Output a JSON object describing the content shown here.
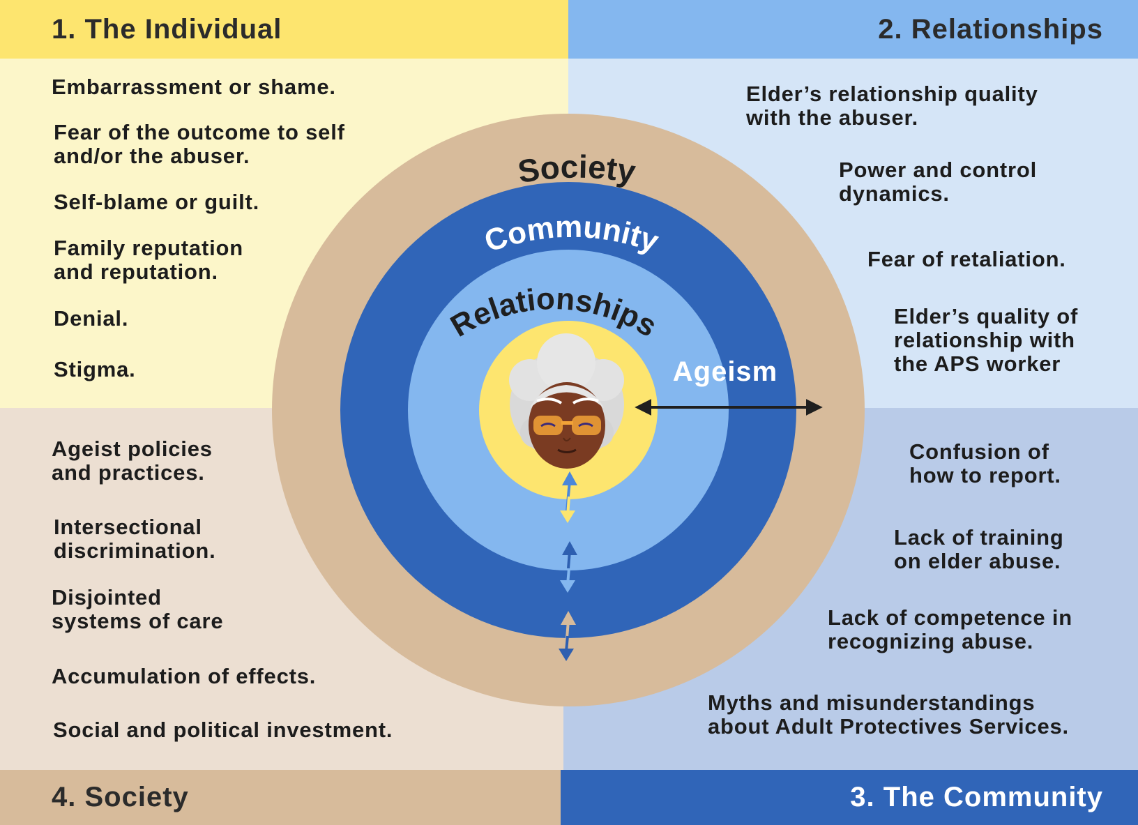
{
  "headers": {
    "individual": "1. The Individual",
    "relationships": "2. Relationships",
    "community": "3. The Community",
    "society": "4. Society"
  },
  "individual_items": [
    "Embarrassment or shame.",
    "Fear of the outcome to self\nand/or the abuser.",
    "Self-blame or guilt.",
    "Family reputation\nand reputation.",
    "Denial.",
    "Stigma."
  ],
  "relationship_items": [
    "Elder’s relationship quality\nwith the abuser.",
    "Power and control\ndynamics.",
    "Fear of retaliation.",
    "Elder’s quality of\nrelationship with\nthe APS worker"
  ],
  "community_items": [
    "Confusion of\nhow to report.",
    "Lack of training\non elder abuse.",
    "Lack of competence in\nrecognizing abuse.",
    "Myths and misunderstandings\nabout Adult Protectives Services."
  ],
  "society_items": [
    "Ageist policies\nand practices.",
    "Intersectional\ndiscrimination.",
    "Disjointed\nsystems of care",
    "Accumulation of effects.",
    "Social and political investment."
  ],
  "rings": {
    "society": "Society",
    "community": "Community",
    "relationships": "Relationships",
    "ageism": "Ageism"
  },
  "colors": {
    "society_ring": "#d7bb9b",
    "community_ring": "#3065b8",
    "relationships_ring": "#84b7ef",
    "individual_core": "#fde56f"
  }
}
